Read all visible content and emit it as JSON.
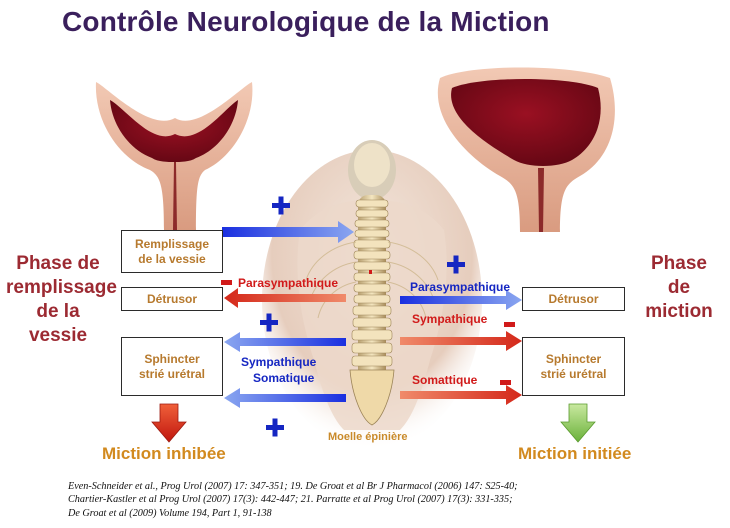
{
  "title": "Contrôle Neurologique de la Miction",
  "phase_left": [
    "Phase de",
    "remplissage",
    "de la vessie"
  ],
  "phase_right": [
    "Phase",
    "de",
    "miction"
  ],
  "left_boxes": {
    "filling": [
      "Remplissage",
      "de la vessie"
    ],
    "detrusor": "Détrusor",
    "sphincter": [
      "Sphincter",
      "strié urétral"
    ]
  },
  "right_boxes": {
    "detrusor": "Détrusor",
    "sphincter": [
      "Sphincter",
      "strié urétral"
    ]
  },
  "nerve_labels": {
    "left_parasympathique": "Parasympathique",
    "left_sympathique": "Sympathique",
    "left_somatique": "Somatique",
    "right_parasympathique": "Parasympathique",
    "right_sympathique": "Sympathique",
    "right_somatique": "Somattique"
  },
  "signs": {
    "plus": "+",
    "minus": "-"
  },
  "spine_label": "Moelle épinière",
  "outcomes": {
    "left": "Miction inhibée",
    "right": "Miction initiée"
  },
  "references": [
    "Even-Schneider  et al., Prog Urol (2007) 17: 347-351;  19. De Groat et al  Br J Pharmacol (2006) 147: S25-40;",
    "Chartier-Kastler et al  Prog Urol (2007) 17(3): 442-447;  21. Parratte et al  Prog Urol (2007) 17(3): 331-335;",
    "De Groat et al (2009) Volume 194, Part 1, 91-138"
  ],
  "colors": {
    "title": "#3a1f5c",
    "phase": "#9c2a32",
    "box_text": "#b77a2e",
    "blue": "#1526c2",
    "red": "#d11a1a",
    "outcome": "#d28a1f"
  }
}
